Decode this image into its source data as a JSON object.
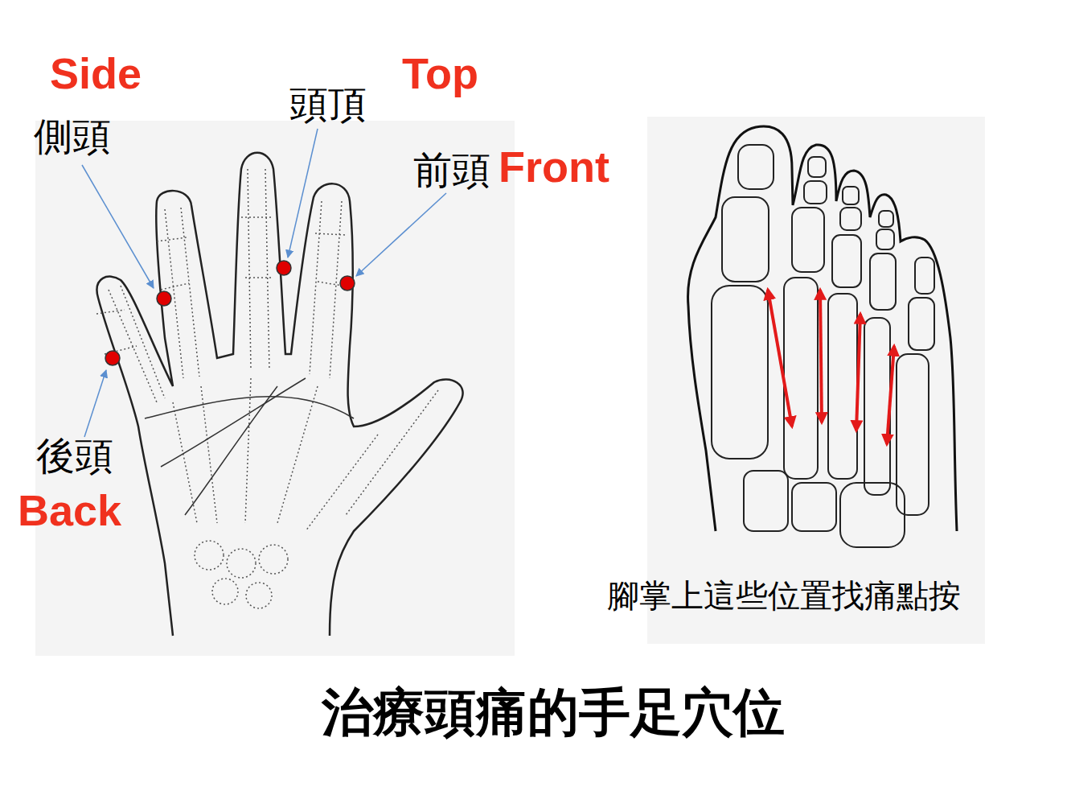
{
  "diagram": {
    "title": "治療頭痛的手足穴位",
    "labels": [
      "Side",
      "Top",
      "頭頂",
      "側頭",
      "前頭",
      "Front",
      "後頭",
      "Back",
      "腳掌上這些位置找痛點按"
    ]
  }
}
